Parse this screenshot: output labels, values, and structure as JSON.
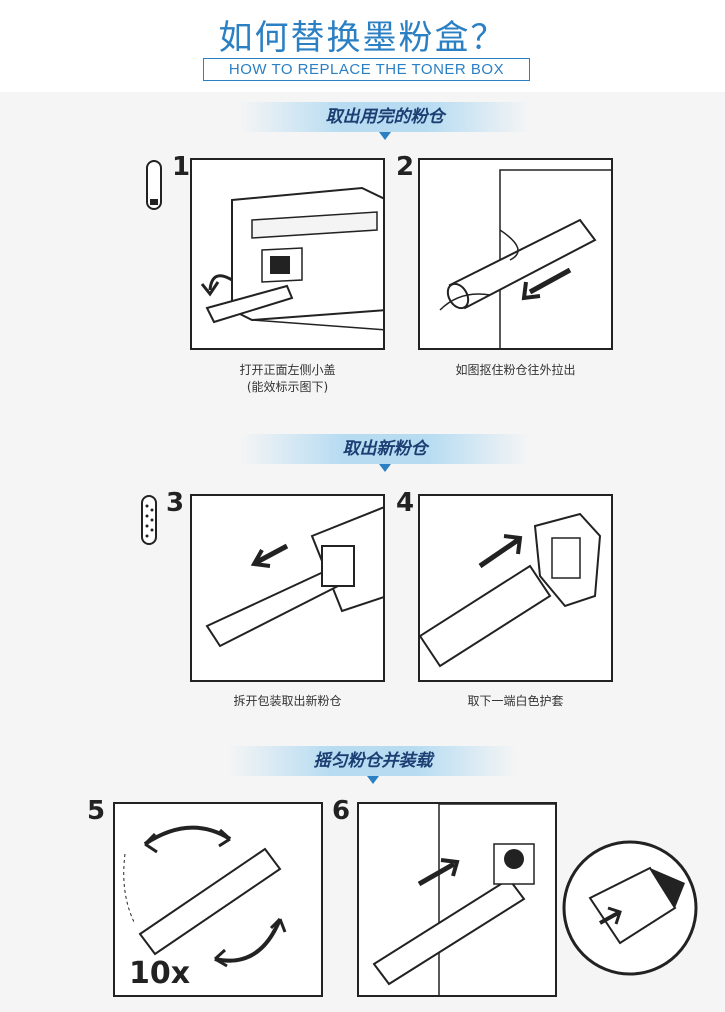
{
  "header": {
    "title": "如何替换墨粉盒？",
    "subtitle": "HOW TO REPLACE THE TONER BOX"
  },
  "sections": [
    {
      "heading": "取出用完的粉仓"
    },
    {
      "heading": "取出新粉仓"
    },
    {
      "heading": "摇匀粉仓并装载"
    }
  ],
  "steps": [
    {
      "number": "1",
      "caption_line1": "打开正面左侧小盖",
      "caption_line2": "(能效标示图下)"
    },
    {
      "number": "2",
      "caption_line1": "如图抠住粉仓往外拉出"
    },
    {
      "number": "3",
      "caption_line1": "拆开包装取出新粉仓"
    },
    {
      "number": "4",
      "caption_line1": "取下一端白色护套"
    },
    {
      "number": "5",
      "shake_count": "10x"
    },
    {
      "number": "6"
    }
  ],
  "colors": {
    "accent": "#2b7fc3",
    "banner": "#b7dcf2",
    "banner_text": "#1c3f73"
  }
}
